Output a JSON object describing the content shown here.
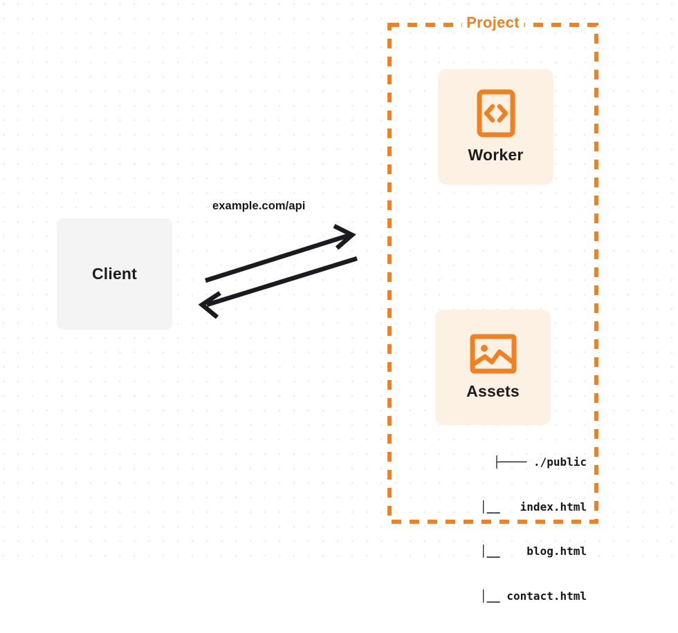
{
  "diagram": {
    "type": "architecture-diagram",
    "background": "dot-grid",
    "colors": {
      "accent_orange": "#f08020",
      "node_fill_cream": "#fdf1e3",
      "client_fill_gray": "#f4f4f5",
      "text_dark": "#1d1d1f",
      "grid_dot": "#ececed",
      "arrow_black": "#1b1b1f"
    }
  },
  "client": {
    "label": "Client",
    "icon": "client-box-icon"
  },
  "connection": {
    "label": "example.com/api",
    "request_arrow": "arrow-right-icon",
    "response_arrow": "arrow-left-icon",
    "direction": "bidirectional"
  },
  "project": {
    "title": "Project",
    "border_style": "dashed",
    "nodes": [
      {
        "id": "worker",
        "label": "Worker",
        "icon": "code-brackets-icon"
      },
      {
        "id": "assets",
        "label": "Assets",
        "icon": "image-picture-icon"
      }
    ],
    "file_tree": {
      "rows": [
        "├──── ./public",
        "   │__   index.html",
        "   │__    blog.html",
        "   │__ contact.html"
      ]
    }
  }
}
